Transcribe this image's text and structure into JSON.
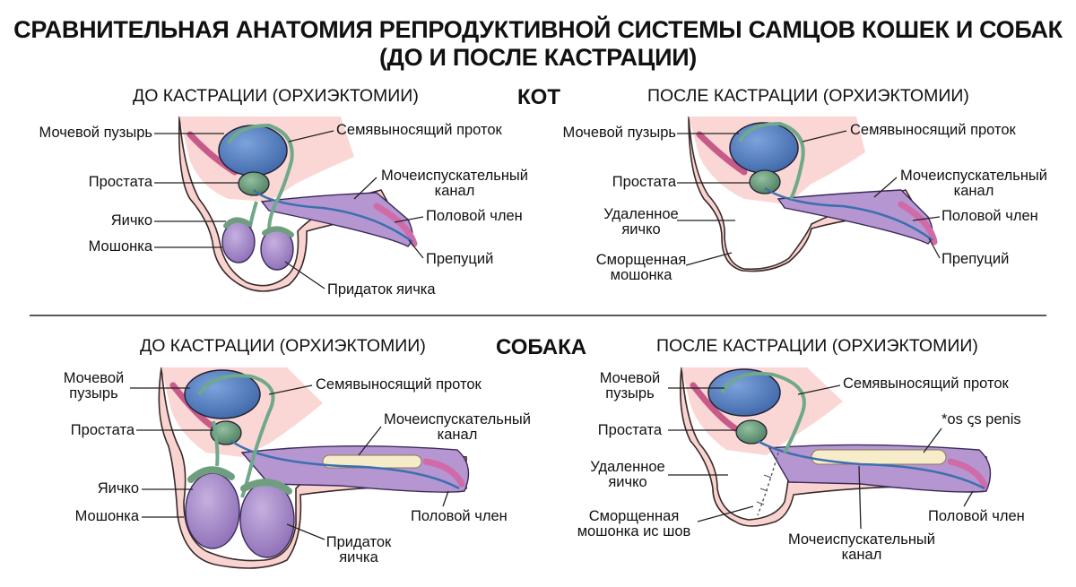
{
  "title": {
    "line1": "СРАВНИТЕЛЬНАЯ АНАТОМИЯ РЕПРОДУКТИВНОЙ СИСТЕМЫ САМЦОВ КОШЕК И СОБАК",
    "line2": "(ДО И ПОСЛЕ КАСТРАЦИИ)"
  },
  "cat": {
    "heading": "КОТ",
    "before": {
      "subtitle": "ДО КАСТРАЦИИ (ОРХИЭКТОМИИ)",
      "labels": {
        "bladder": "Мочевой пузырь",
        "prostate": "Простата",
        "testis": "Яичко",
        "scrotum": "Мошонка",
        "vas": "Семявыносящий проток",
        "urethra1": "Мочеиспускательный",
        "urethra2": "канал",
        "penis": "Половой член",
        "prepuce": "Препуций",
        "epididymis": "Придаток яичка"
      }
    },
    "after": {
      "subtitle": "ПОСЛЕ КАСТРАЦИИ (ОРХИЭКТОМИИ)",
      "labels": {
        "bladder": "Мочевой пузырь",
        "prostate": "Простата",
        "removed1": "Удаленное",
        "removed2": "яичко",
        "shrunk1": "Сморщенная",
        "shrunk2": "мошонка",
        "vas": "Семявыносящий проток",
        "urethra1": "Мочеиспускательный",
        "urethra2": "канал",
        "penis": "Половой член",
        "prepuce": "Препуций"
      }
    }
  },
  "dog": {
    "heading": "СОБАКА",
    "before": {
      "subtitle": "ДО КАСТРАЦИИ (ОРХИЭКТОМИИ)",
      "labels": {
        "bladder1": "Мочевой",
        "bladder2": "пузырь",
        "prostate": "Простата",
        "testis": "Яичко",
        "scrotum": "Мошонка",
        "vas": "Семявыносящий проток",
        "urethra1": "Мочеиспускательный",
        "urethra2": "канал",
        "penis": "Половой член",
        "epididymis1": "Придаток",
        "epididymis2": "яичка"
      }
    },
    "after": {
      "subtitle": "ПОСЛЕ КАСТРАЦИИ (ОРХИЭКТОМИИ)",
      "labels": {
        "bladder1": "Мочевой",
        "bladder2": "пузырь",
        "prostate": "Простата",
        "removed1": "Удаленное",
        "removed2": "яичко",
        "shrunk1": "Сморщенная",
        "shrunk2": "мошонка ис шов",
        "vas": "Семявыносящий проток",
        "os_penis": "*os ꞔs penis",
        "urethra1": "Мочеиспускательный",
        "urethra2": "канал",
        "penis": "Половой член"
      }
    }
  },
  "colors": {
    "skin": "#f9d3cf",
    "skin_stroke": "#3a2a2a",
    "bladder": "#5b84c4",
    "prostate": "#6f9e7f",
    "testis": "#a68bc9",
    "penis": "#b596d0",
    "penis_tip": "#d06aa8",
    "vas": "#6fa88a",
    "urethra": "#3b6fb0",
    "rectum": "#c85a8a",
    "bone": "#f7ecc9",
    "divider": "#222222"
  }
}
